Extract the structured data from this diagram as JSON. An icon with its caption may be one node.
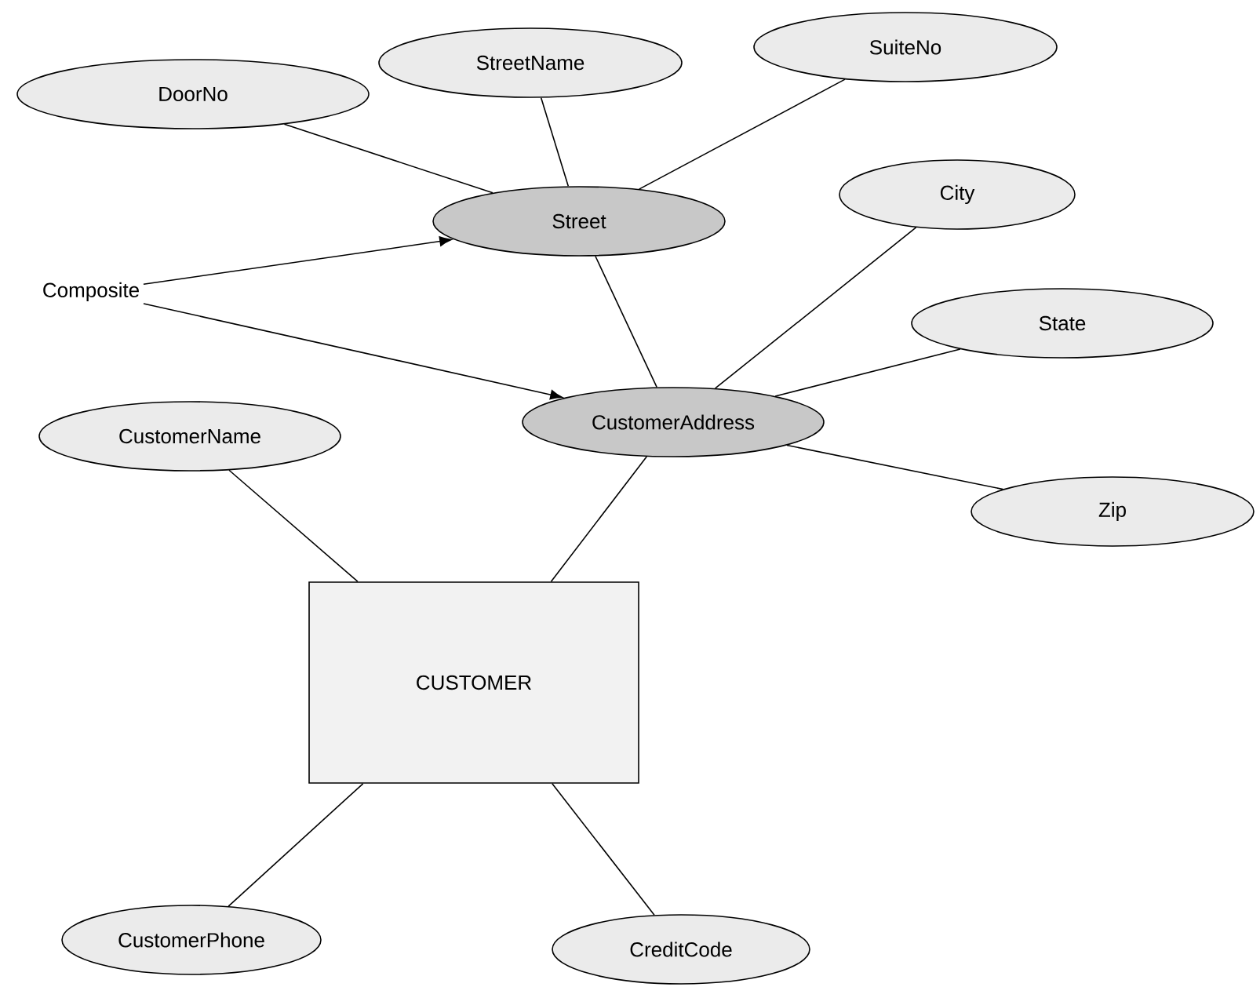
{
  "diagram": {
    "nodes": [
      {
        "text": [
          "DoorNo"
        ]
      },
      {
        "text": [
          "StreetName"
        ]
      },
      {
        "text": [
          "SuiteNo"
        ]
      },
      {
        "text": [
          "Street"
        ]
      },
      {
        "text": [
          "City"
        ]
      },
      {
        "text": [
          "Composite"
        ]
      },
      {
        "text": [
          "State"
        ]
      },
      {
        "text": [
          "CustomerName"
        ]
      },
      {
        "text": [
          "CustomerAddress"
        ]
      },
      {
        "text": [
          "Zip"
        ]
      },
      {
        "text": [
          "CUSTOMER"
        ]
      },
      {
        "text": [
          "CustomerPhone"
        ]
      },
      {
        "text": [
          "CreditCode"
        ]
      }
    ],
    "edges": [
      {
        "from": 0,
        "to": 3,
        "arrow": "none"
      },
      {
        "from": 1,
        "to": 3,
        "arrow": "none"
      },
      {
        "from": 2,
        "to": 3,
        "arrow": "none"
      },
      {
        "from": 5,
        "to": 3,
        "arrow": "to"
      },
      {
        "from": 5,
        "to": 8,
        "arrow": "to"
      },
      {
        "from": 3,
        "to": 8,
        "arrow": "none"
      },
      {
        "from": 4,
        "to": 8,
        "arrow": "none"
      },
      {
        "from": 6,
        "to": 8,
        "arrow": "none"
      },
      {
        "from": 8,
        "to": 9,
        "arrow": "none"
      },
      {
        "from": 7,
        "to": 10,
        "arrow": "none"
      },
      {
        "from": 8,
        "to": 10,
        "arrow": "none"
      },
      {
        "from": 10,
        "to": 11,
        "arrow": "none"
      },
      {
        "from": 10,
        "to": 12,
        "arrow": "none"
      }
    ]
  }
}
